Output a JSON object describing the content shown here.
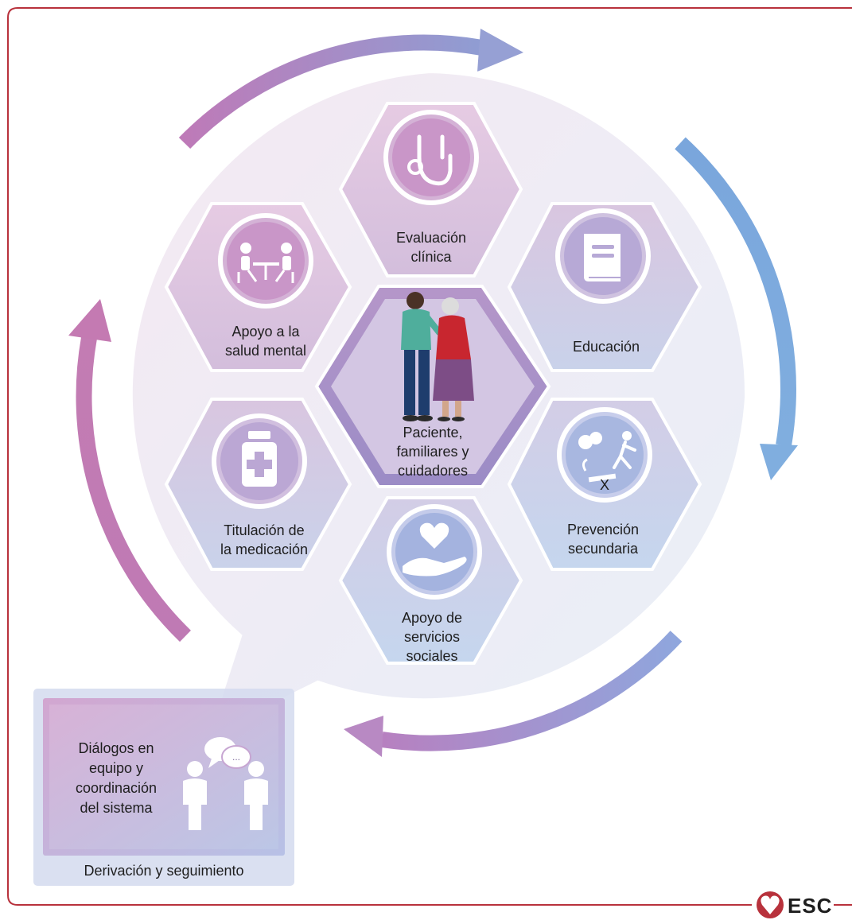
{
  "hexagons": {
    "clinical_assessment": {
      "line1": "Evaluación",
      "line2": "clínica",
      "icon": "stethoscope-icon"
    },
    "mental_health": {
      "line1": "Apoyo a la",
      "line2": "salud mental",
      "icon": "counselling-icon"
    },
    "education": {
      "line1": "Educación",
      "icon": "book-icon"
    },
    "center": {
      "line1": "Paciente,",
      "line2": "familiares y",
      "line3": "cuidadores",
      "icon": "patient-family-icon"
    },
    "medication": {
      "line1": "Titulación de",
      "line2": "la medicación",
      "icon": "medicine-bottle-icon"
    },
    "prevention": {
      "line1": "Prevención",
      "line2": "secundaria",
      "icon": "lifestyle-icon"
    },
    "social_services": {
      "line1": "Apoyo de",
      "line2": "servicios",
      "line3": "sociales",
      "icon": "heart-hand-icon"
    }
  },
  "team_box": {
    "line1": "Diálogos en",
    "line2": "equipo y",
    "line3": "coordinación",
    "line4": "del sistema",
    "footer": "Derivación y seguimiento",
    "icon": "team-dialogue-icon"
  },
  "brand": {
    "logo_text": "ESC"
  },
  "colors": {
    "frame": "#b8323c",
    "arrow_pink": "#c47ab2",
    "arrow_blue": "#82aad8",
    "hex_pink": "#dcc3dd",
    "hex_blue": "#c6d2e8"
  }
}
